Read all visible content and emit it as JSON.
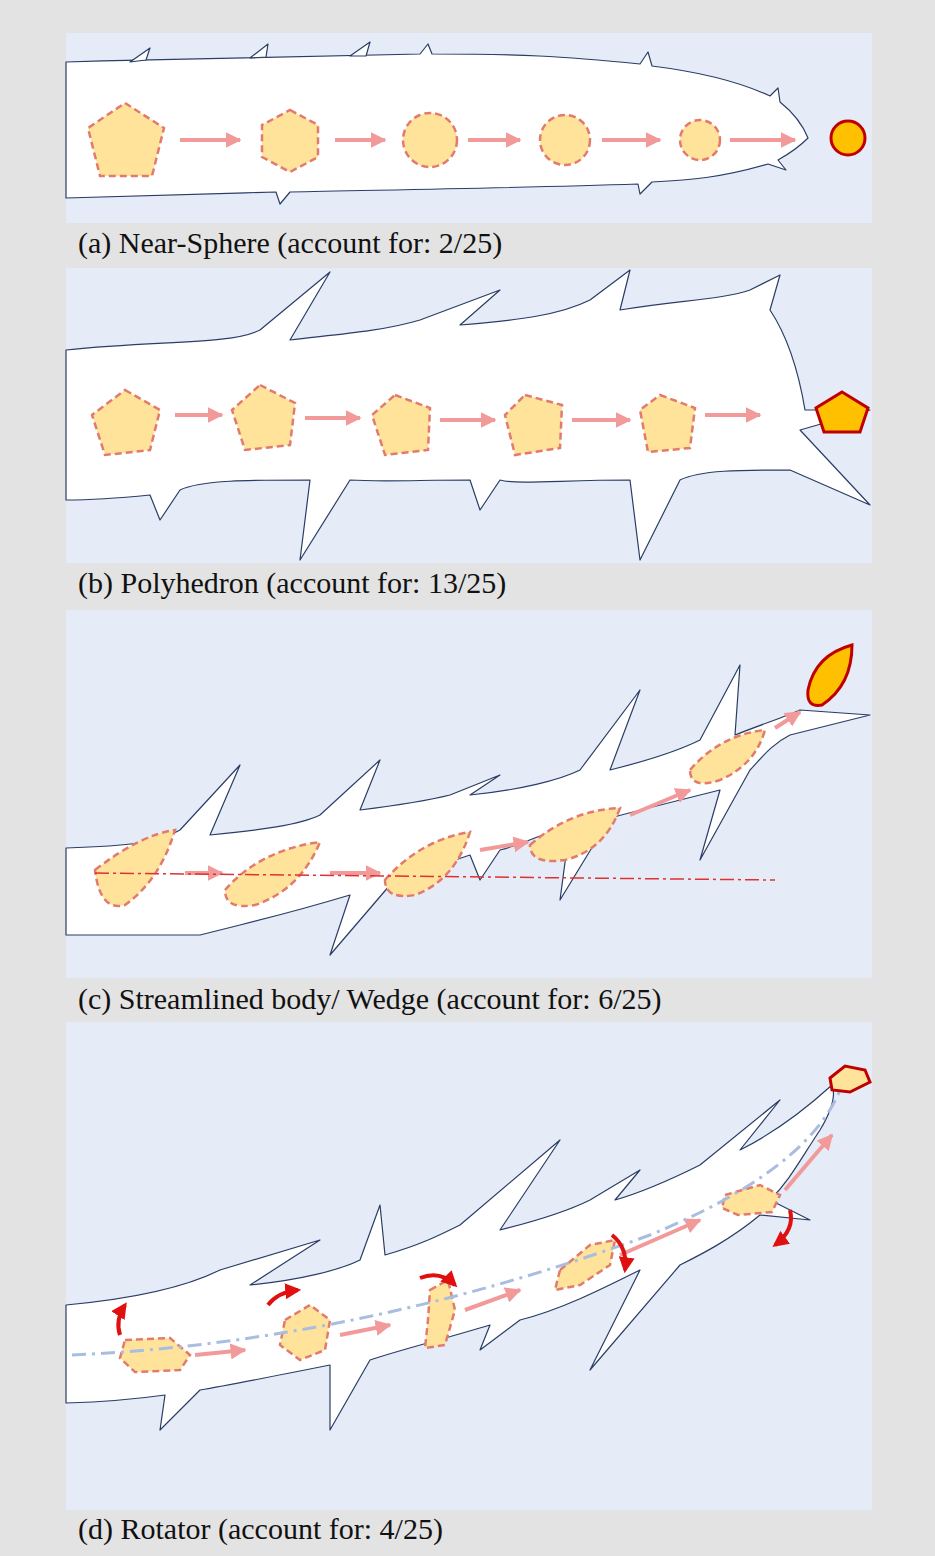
{
  "diagram": {
    "labels": [
      "(a)  Near-Sphere (account for: 2/25)",
      "(b) Polyhedron  (account for: 13/25)",
      "(c) Streamlined  body/ Wedge (account for: 6/25)",
      "(d) Rotator  (account for: 4/25)"
    ]
  }
}
